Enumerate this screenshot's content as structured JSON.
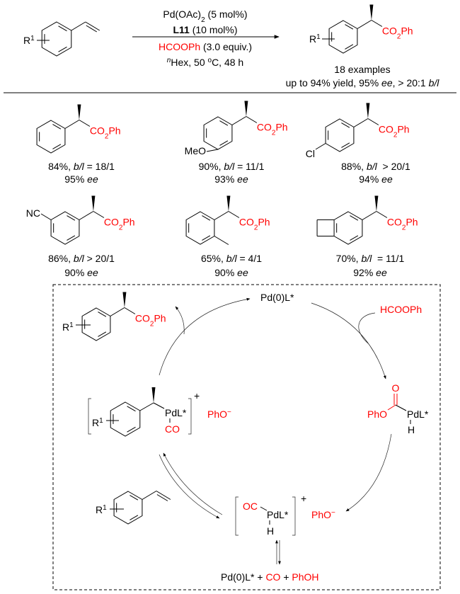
{
  "colors": {
    "accent": "#ff0000",
    "ink": "#000000"
  },
  "labels": {
    "r": "R",
    "one": "1",
    "co": "CO",
    "sub2": "2",
    "ph": "Ph",
    "meo": "MeO",
    "cl": "Cl",
    "nc": "NC",
    "pdl": "PdL*",
    "h": "H",
    "o": "O",
    "pho": "PhO",
    "minus": "−",
    "plus": "+",
    "oc": "OC"
  },
  "scheme": {
    "catalyst": "Pd(OAc)",
    "catalyst_sub": "2",
    "catalyst_load": " (5 mol%)",
    "ligand": "L11",
    "ligand_load": " (10 mol%)",
    "reagent": "HCOOPh",
    "reagent_amount": " (3.0 equiv.)",
    "solvent_sup": "n",
    "conditions_a": "Hex, 50 ",
    "degree": "o",
    "conditions_b": "C, 48 h",
    "examples": "18 examples",
    "summary_a": "up to 94% yield, 95% ",
    "summary_ee": "ee",
    "summary_b": ", > 20:1 ",
    "summary_bl": "b/l"
  },
  "substrates": [
    {
      "yield": "84%, ",
      "bl": "b/l",
      "ratio": " = 18/1",
      "ee_value": "95% ",
      "ee": "ee"
    },
    {
      "yield": "90%, ",
      "bl": "b/l",
      "ratio": " = 11/1",
      "ee_value": "93% ",
      "ee": "ee"
    },
    {
      "yield": "88%, ",
      "bl": "b/l",
      "ratio": "  > 20/1",
      "ee_value": "94% ",
      "ee": "ee"
    },
    {
      "yield": "86%, ",
      "bl": "b/l",
      "ratio": " > 20/1",
      "ee_value": "90% ",
      "ee": "ee"
    },
    {
      "yield": "65%, ",
      "bl": "b/l",
      "ratio": " = 4/1",
      "ee_value": "90% ",
      "ee": "ee"
    },
    {
      "yield": "70%, ",
      "bl": "b/l",
      "ratio": "  = 11/1",
      "ee_value": "92% ",
      "ee": "ee"
    }
  ],
  "mechanism": {
    "pd0": "Pd(0)L*",
    "formate": "HCOOPh",
    "final_pd": "Pd(0)L*",
    "final_plus1": " + ",
    "final_co": "CO",
    "final_plus2": " + ",
    "final_phoh": "PhOH"
  }
}
